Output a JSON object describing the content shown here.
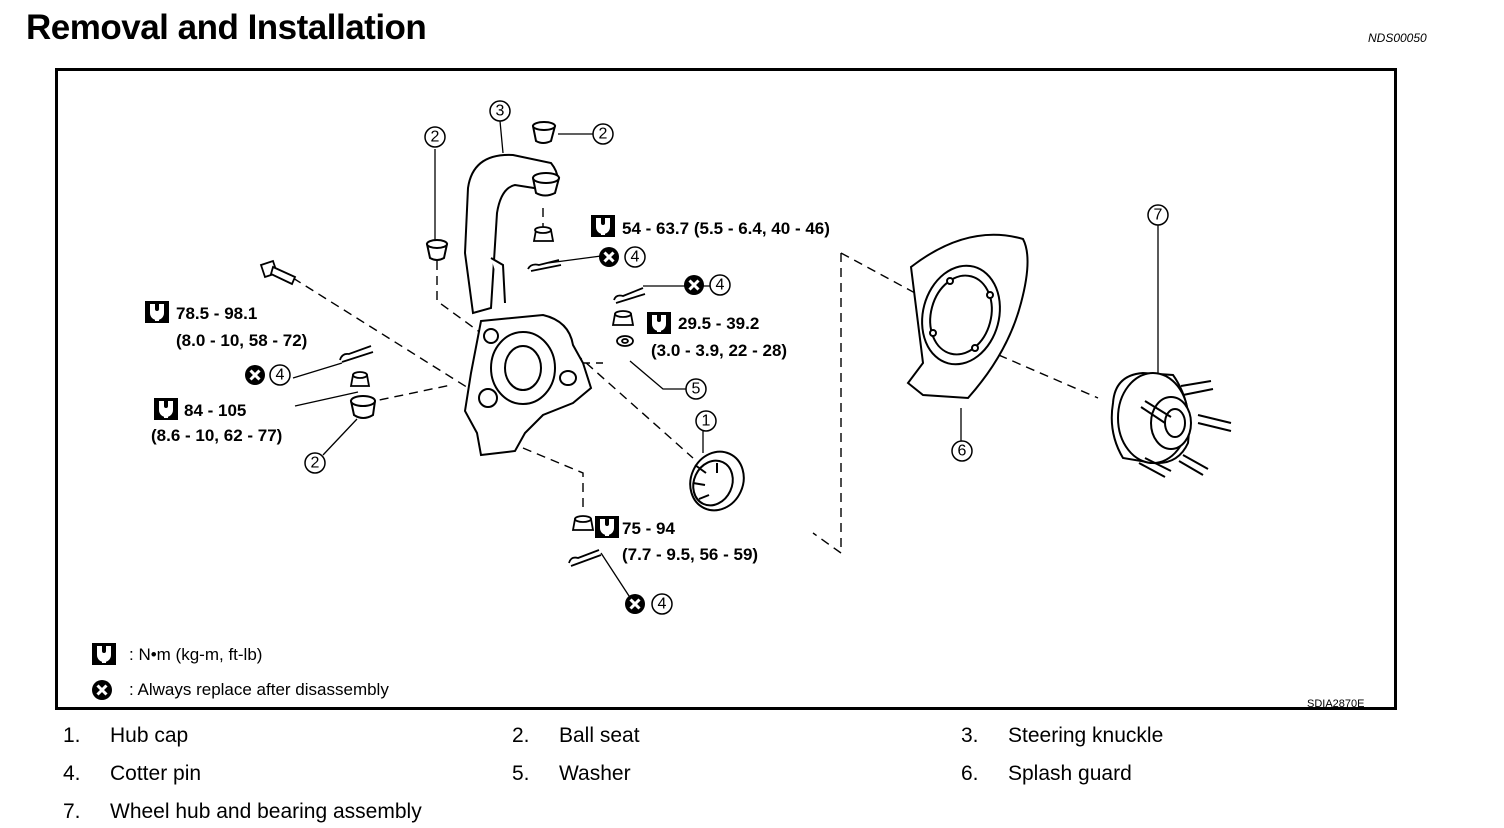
{
  "page": {
    "title": "Removal and Installation",
    "code": "NDS00050"
  },
  "figure": {
    "id": "SDIA2870E",
    "torques": {
      "t1_line1": "54 - 63.7 (5.5 - 6.4, 40 - 46)",
      "t2_line1": "78.5 - 98.1",
      "t2_line2": "(8.0 - 10, 58 - 72)",
      "t3_line1": "29.5 - 39.2",
      "t3_line2": "(3.0 - 3.9, 22 - 28)",
      "t4_line1": "84 - 105",
      "t4_line2": "(8.6 - 10, 62 - 77)",
      "t5_line1": "75 - 94",
      "t5_line2": "(7.7 - 9.5, 56 - 59)"
    },
    "callouts": {
      "c1": "1",
      "c2": "2",
      "c3": "3",
      "c4": "4",
      "c5": "5",
      "c6": "6",
      "c7": "7"
    },
    "legend": {
      "torque": ": N•m  (kg-m,  ft-lb)",
      "replace": ": Always replace after disassembly"
    }
  },
  "parts": [
    {
      "num": "1.",
      "name": "Hub cap"
    },
    {
      "num": "2.",
      "name": "Ball seat"
    },
    {
      "num": "3.",
      "name": "Steering knuckle"
    },
    {
      "num": "4.",
      "name": "Cotter pin"
    },
    {
      "num": "5.",
      "name": "Washer"
    },
    {
      "num": "6.",
      "name": "Splash guard"
    },
    {
      "num": "7.",
      "name": "Wheel hub and bearing assembly"
    }
  ]
}
